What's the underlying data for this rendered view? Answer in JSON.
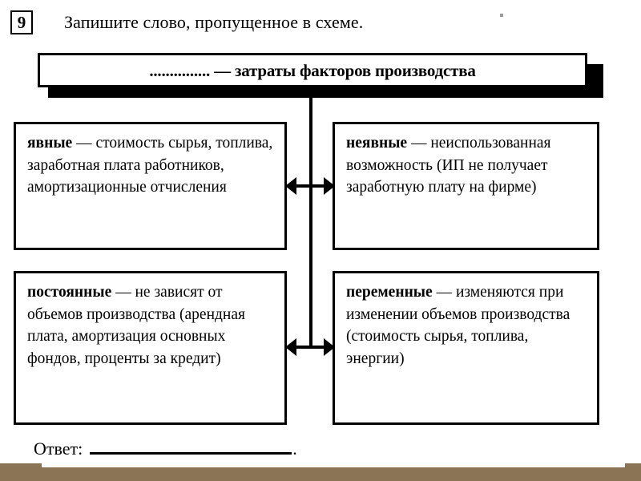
{
  "task": {
    "number": "9",
    "prompt": "Запишите слово, пропущенное в схеме."
  },
  "diagram": {
    "root": {
      "text": "............... — затраты факторов производства"
    },
    "nodes": [
      {
        "id": "explicit",
        "term": "явные",
        "body": " — стоимость сырья, топлива, заработная плата работников, амортизационные отчисления"
      },
      {
        "id": "implicit",
        "term": "неявные",
        "body": " — неиспользованная возможность (ИП не получает заработную плату на фирме)"
      },
      {
        "id": "fixed",
        "term": "постоянные",
        "body": " — не зависят от объемов производства (арендная плата, амортизация основных фондов, проценты за кредит)"
      },
      {
        "id": "variable",
        "term": "переменные",
        "body": " — изменяются при изменении объемов производства (стоимость сырья, топлива, энергии)"
      }
    ]
  },
  "answer": {
    "label": "Ответ:",
    "value": "",
    "terminator": "."
  },
  "colors": {
    "ink": "#000000",
    "paper": "#ffffff",
    "footer_band": "#8b7355"
  }
}
